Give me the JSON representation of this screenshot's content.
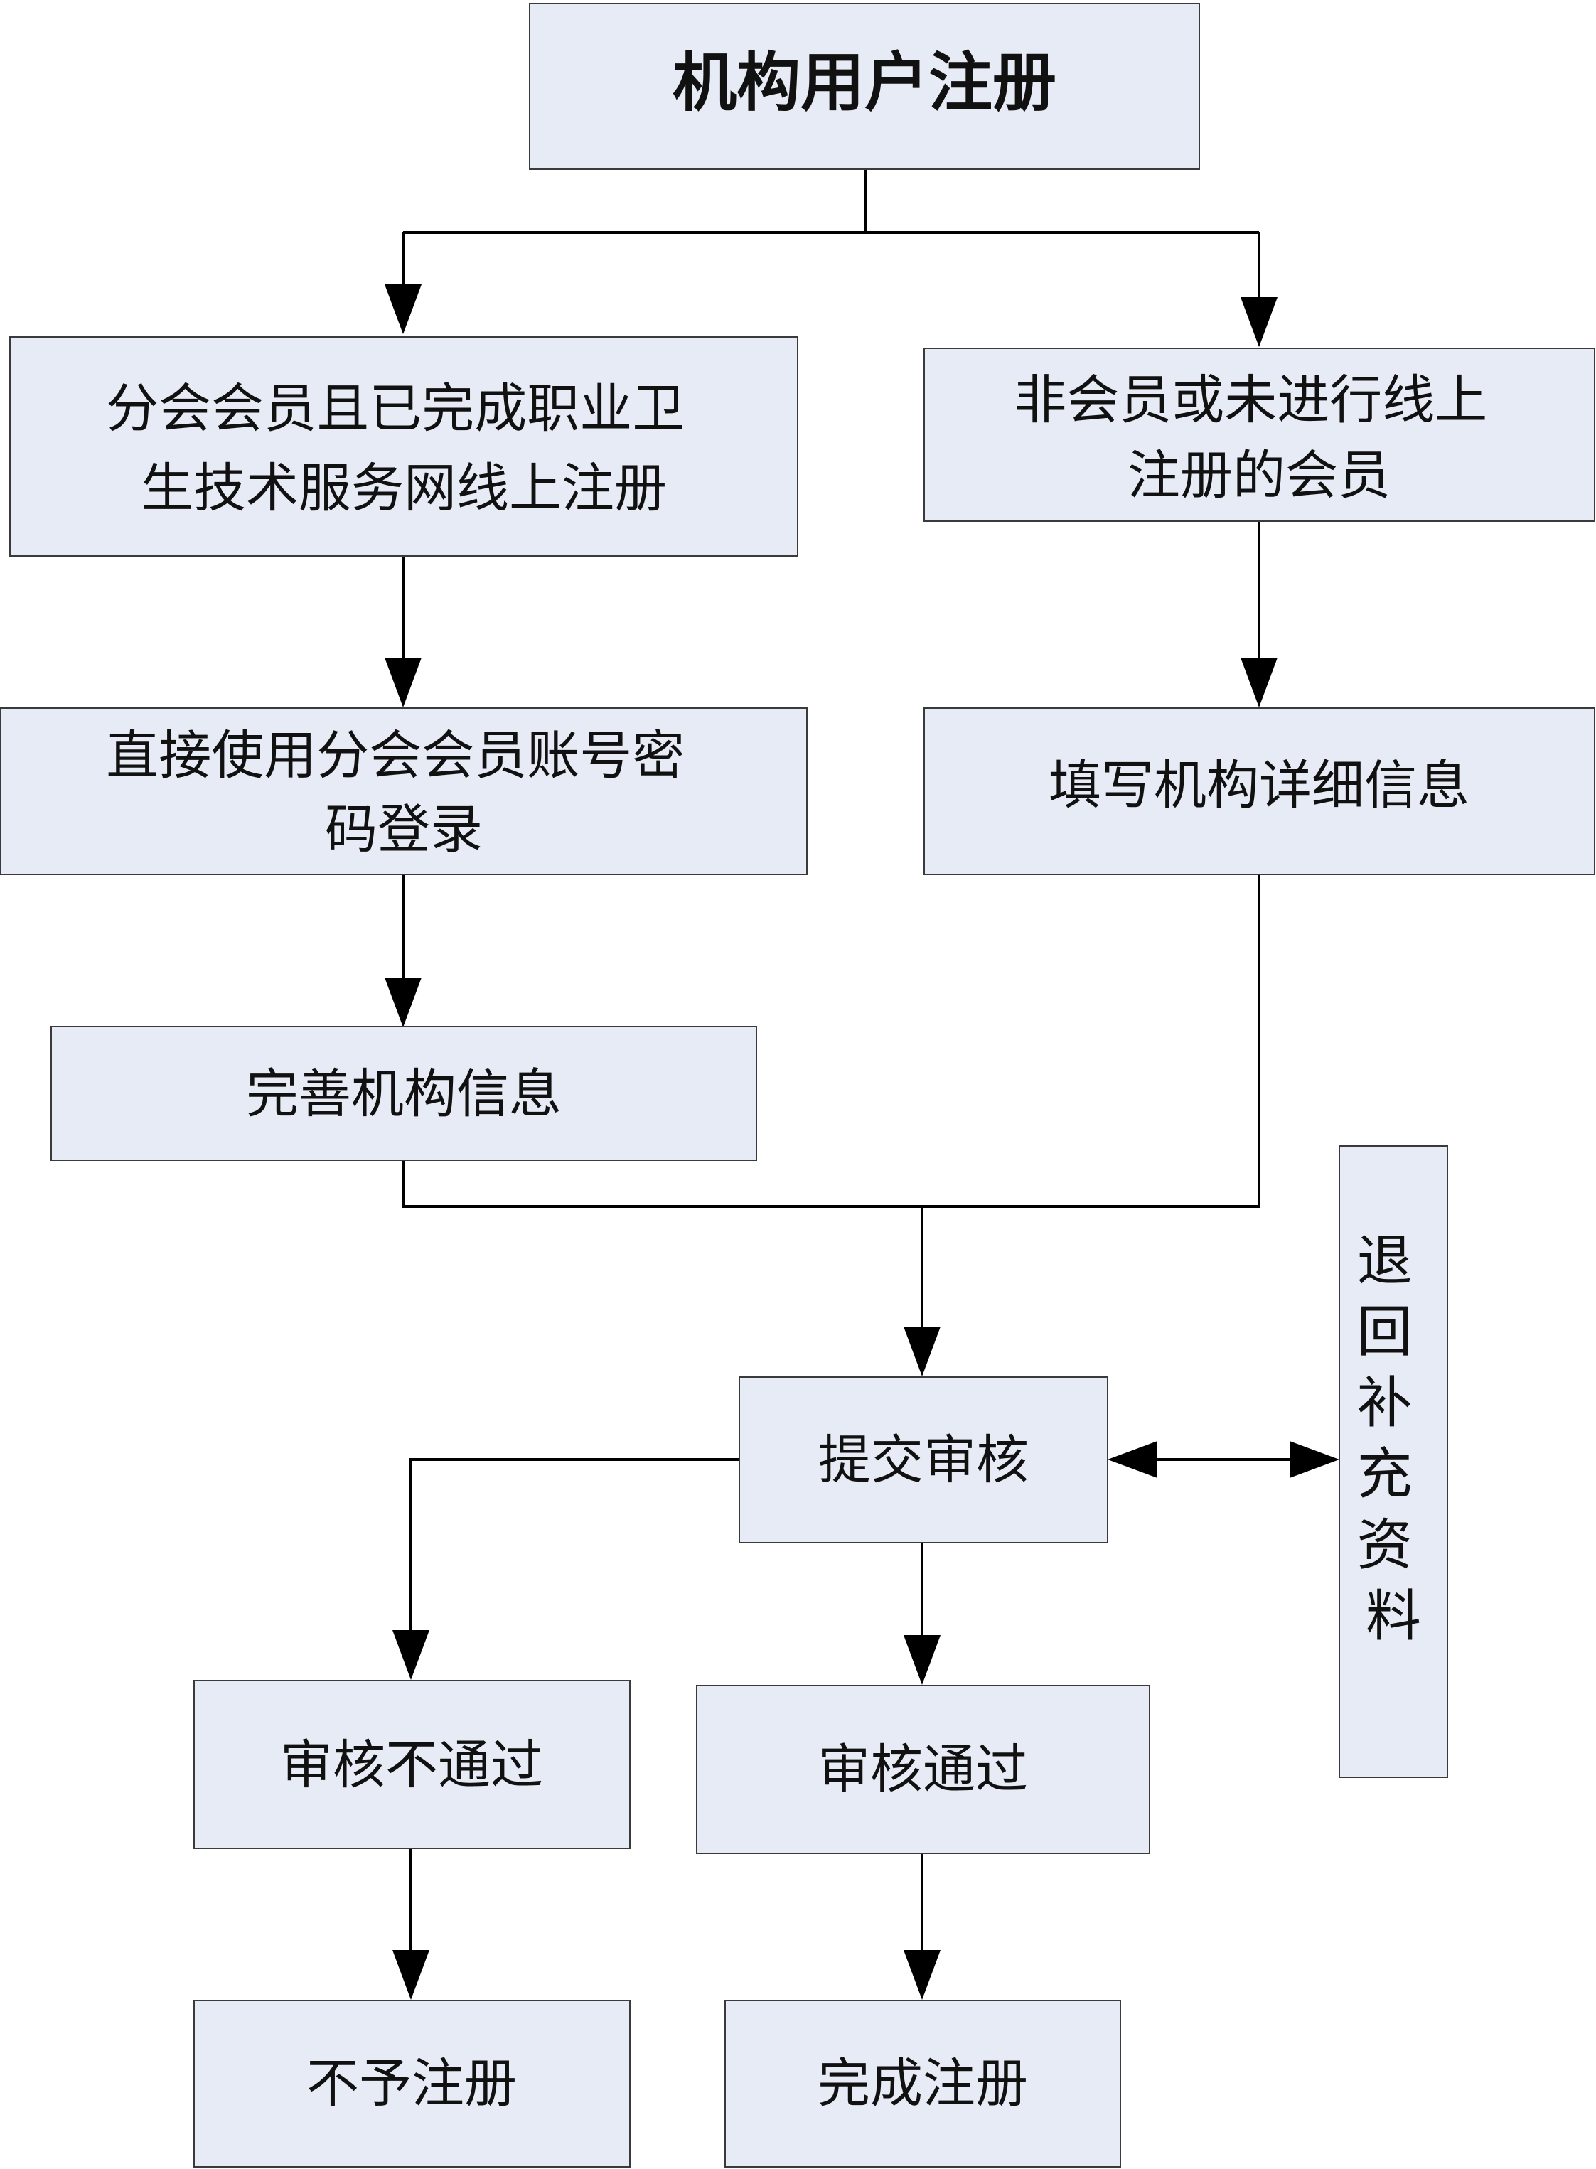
{
  "flowchart": {
    "nodes": {
      "start": {
        "lines": [
          "机构用户注册"
        ]
      },
      "member_registered": {
        "lines": [
          "分会会员且已完成职业卫",
          "生技术服务网线上注册"
        ]
      },
      "non_member": {
        "lines": [
          "非会员或未进行线上",
          "注册的会员"
        ]
      },
      "login_direct": {
        "lines": [
          "直接使用分会会员账号密",
          "码登录"
        ]
      },
      "fill_details": {
        "lines": [
          "填写机构详细信息"
        ]
      },
      "complete_info": {
        "lines": [
          "完善机构信息"
        ]
      },
      "submit_review": {
        "lines": [
          "提交审核"
        ]
      },
      "return_supplement": {
        "lines": [
          "退",
          "回",
          "补",
          "充",
          "资",
          "料"
        ]
      },
      "review_failed": {
        "lines": [
          "审核不通过"
        ]
      },
      "review_passed": {
        "lines": [
          "审核通过"
        ]
      },
      "reject_registration": {
        "lines": [
          "不予注册"
        ]
      },
      "registration_complete": {
        "lines": [
          "完成注册"
        ]
      }
    }
  }
}
